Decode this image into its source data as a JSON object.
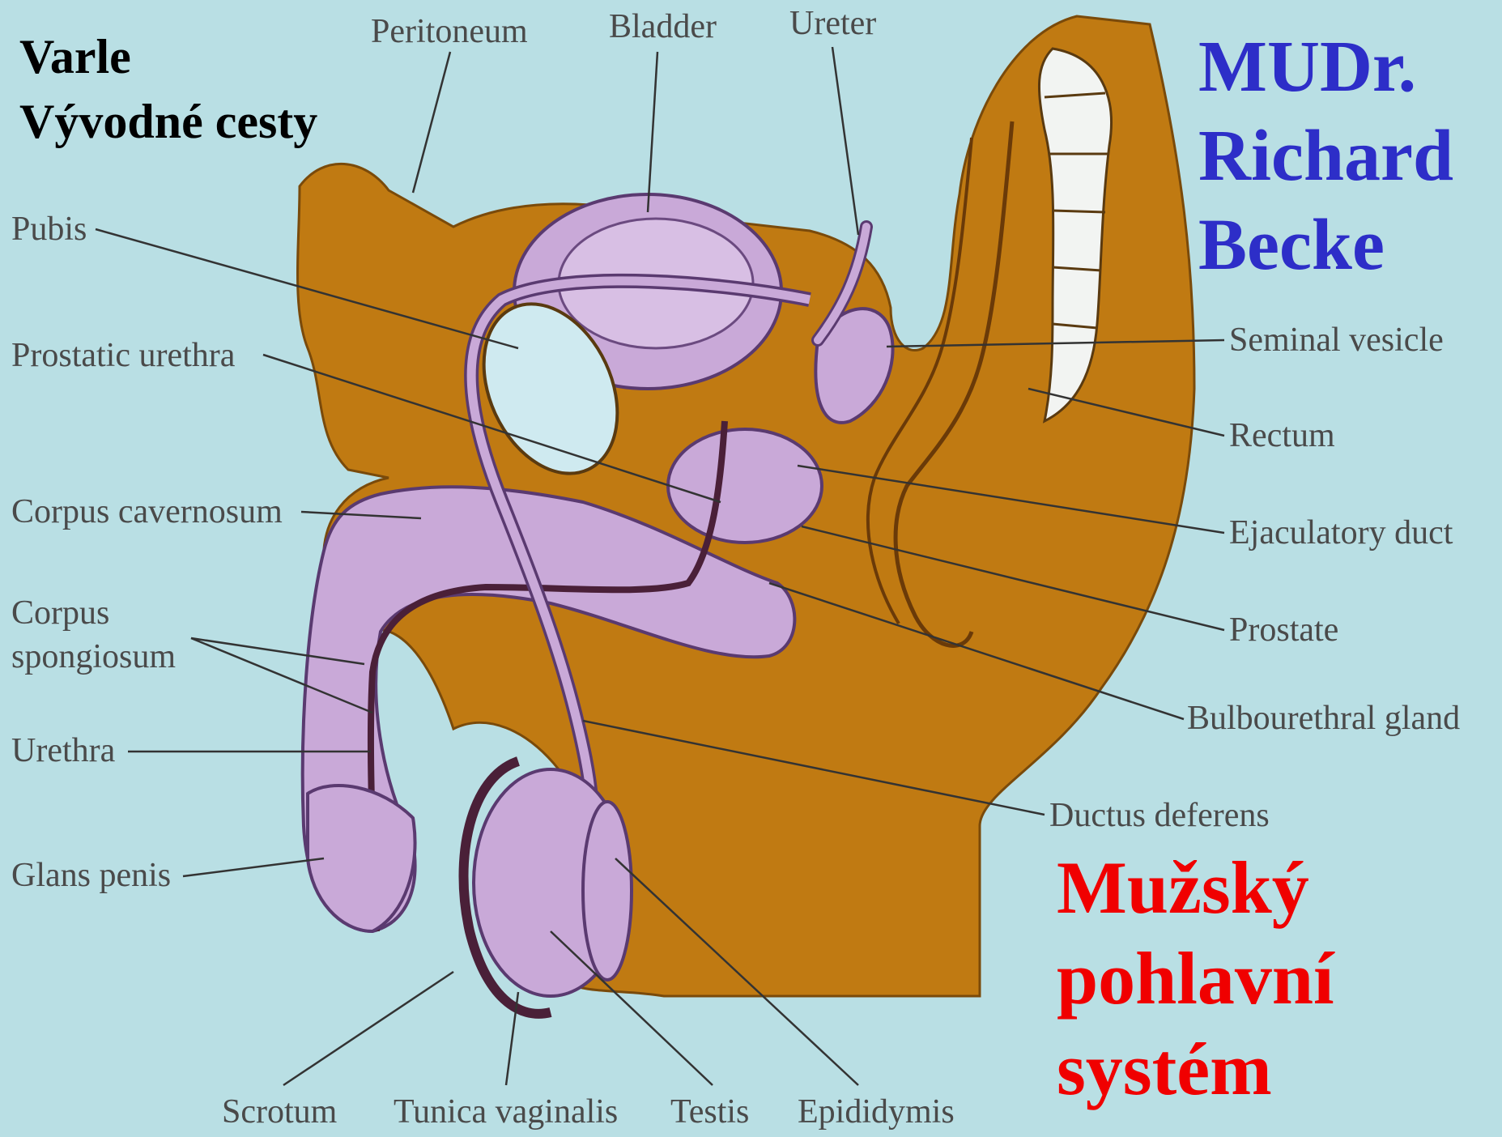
{
  "overlay": {
    "topic": [
      "Varle",
      "Výv​odné cesty"
    ],
    "author": [
      "MUDr.",
      "Richard",
      "Becke"
    ],
    "title": [
      "Mužský",
      "pohlavní",
      "systém"
    ]
  },
  "colors": {
    "background": "#b9dfe4",
    "tissue": "#c07a12",
    "organ": "#c9a9d8",
    "organ_dark": "#4a2038",
    "leader": "#333333",
    "topic_text": "#000000",
    "author_text": "#2d2ec8",
    "title_text": "#f00000"
  },
  "labels": {
    "peritoneum": "Peritoneum",
    "bladder": "Bladder",
    "ureter": "Ureter",
    "pubis": "Pubis",
    "prostatic_urethra": "Prostatic urethra",
    "corpus_cavernosum": "Corpus cavernosum",
    "corpus_spongiosum_1": "Corpus",
    "corpus_spongiosum_2": "spongiosum",
    "urethra": "Urethra",
    "glans_penis": "Glans penis",
    "seminal_vesicle": "Seminal vesicle",
    "rectum": "Rectum",
    "ejaculatory_duct": "Ejaculatory duct",
    "prostate": "Prostate",
    "bulbourethral_gland": "Bulbourethral gland",
    "ductus_deferens": "Ductus deferens",
    "scrotum": "Scrotum",
    "tunica_vaginalis": "Tunica vaginalis",
    "testis": "Testis",
    "epididymis": "Epididymis"
  }
}
